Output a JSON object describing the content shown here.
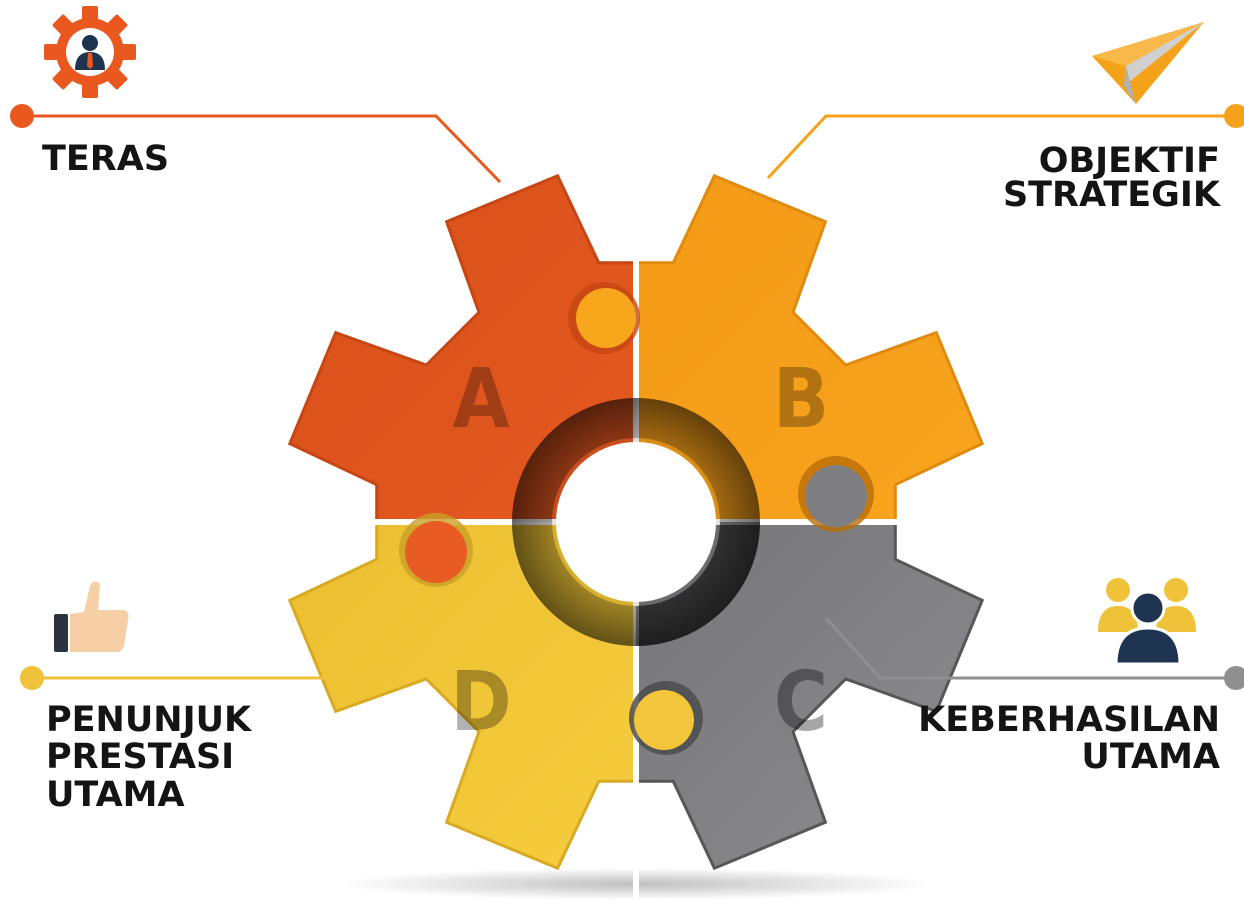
{
  "colors": {
    "a": "#e8581f",
    "b": "#f7a11a",
    "c": "#7c7c80",
    "d": "#f2c53a",
    "ink": "#141414",
    "line_a": "#e8581f",
    "line_b": "#f4a21a",
    "line_c": "#8f8f92",
    "line_d": "#efc23a"
  },
  "segments": {
    "a": {
      "letter": "A",
      "label_lines": [
        "TERAS"
      ],
      "icon": "gear-person-icon"
    },
    "b": {
      "letter": "B",
      "label_lines": [
        "OBJEKTIF",
        "STRATEGIK"
      ],
      "icon": "paper-plane-icon"
    },
    "c": {
      "letter": "C",
      "label_lines": [
        "KEBERHASILAN",
        "UTAMA"
      ],
      "icon": "team-icon"
    },
    "d": {
      "letter": "D",
      "label_lines": [
        "PENUNJUK",
        "PRESTASI",
        "UTAMA"
      ],
      "icon": "thumbs-up-icon"
    }
  }
}
